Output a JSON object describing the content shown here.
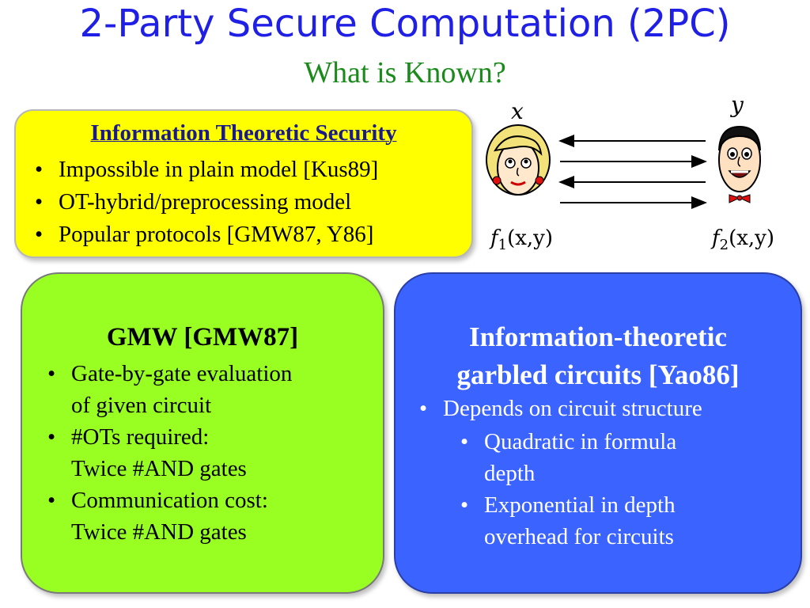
{
  "slide": {
    "title": "2-Party Secure Computation (2PC)",
    "subtitle": "What is Known?"
  },
  "info_box": {
    "heading": "Information Theoretic Security",
    "items": [
      "Impossible in plain model [Kus89]",
      "OT-hybrid/preprocessing model",
      "Popular protocols [GMW87, Y86]"
    ]
  },
  "gmw_box": {
    "heading": "GMW [GMW87]",
    "items": [
      [
        "Gate-by-gate evaluation",
        "of given circuit"
      ],
      [
        "#OTs required:",
        "Twice #AND gates"
      ],
      [
        "Communication cost:",
        "Twice #AND gates"
      ]
    ]
  },
  "yao_box": {
    "heading": [
      "Information-theoretic",
      "garbled circuits [Yao86]"
    ],
    "items": [
      "Depends on circuit structure"
    ],
    "subitems": [
      [
        "Quadratic in formula",
        "depth"
      ],
      [
        "Exponential in depth",
        "overhead for circuits"
      ]
    ]
  },
  "parties": {
    "left_input": "x",
    "right_input": "y",
    "left_output": {
      "f": "f",
      "sub": "1",
      "args": "(x,y)"
    },
    "right_output": {
      "f": "f",
      "sub": "2",
      "args": "(x,y)"
    }
  },
  "colors": {
    "title": "#1f1fe6",
    "subtitle": "#1a8a1a",
    "info_box": "#ffff00",
    "gmw_box": "#99ff22",
    "yao_box": "#3b63ff"
  },
  "icons": [
    "woman-face-icon",
    "man-face-icon",
    "arrow-left-icon",
    "arrow-right-icon"
  ]
}
